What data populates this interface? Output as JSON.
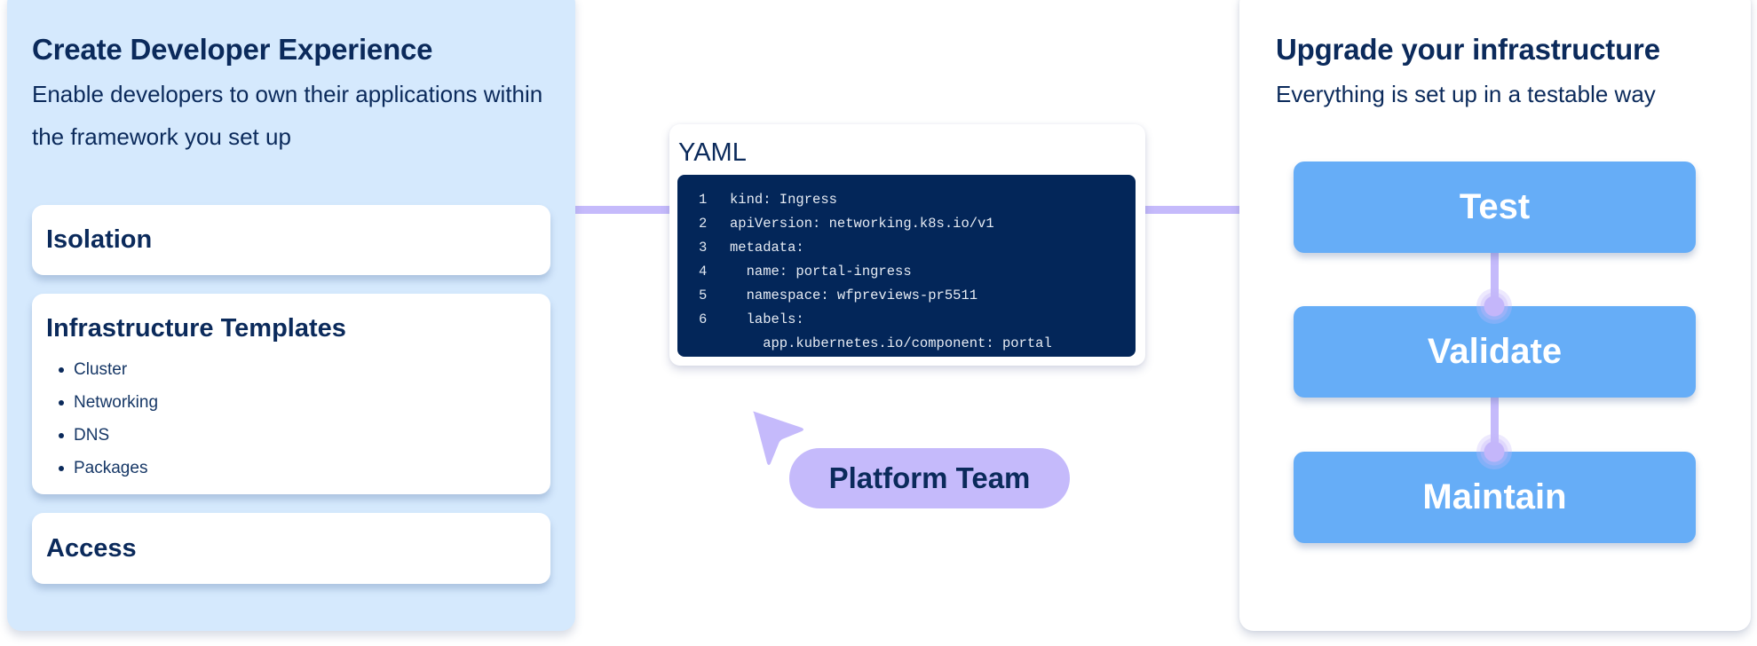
{
  "colors": {
    "left_panel_bg": "#d5e9fd",
    "text_navy": "#0b2a5b",
    "connector_lavender": "#c5bafb",
    "code_bg": "#032659",
    "step_blue": "#66adf7"
  },
  "left_panel": {
    "title": "Create Developer Experience",
    "subtitle": "Enable developers to own their applications within the framework you set up",
    "cards": [
      {
        "title": "Isolation"
      },
      {
        "title": "Infrastructure Templates",
        "items": [
          "Cluster",
          "Networking",
          "DNS",
          "Packages"
        ]
      },
      {
        "title": "Access"
      }
    ]
  },
  "yaml_card": {
    "label": "YAML",
    "lines": [
      {
        "num": "1",
        "code": "kind: Ingress"
      },
      {
        "num": "2",
        "code": "apiVersion: networking.k8s.io/v1"
      },
      {
        "num": "3",
        "code": "metadata:"
      },
      {
        "num": "4",
        "code": "  name: portal-ingress"
      },
      {
        "num": "5",
        "code": "  namespace: wfpreviews-pr5511"
      },
      {
        "num": "6",
        "code": "  labels:"
      },
      {
        "num": "",
        "code": "    app.kubernetes.io/component: portal"
      }
    ]
  },
  "cursor": {
    "icon": "cursor-arrow-icon"
  },
  "team_badge": {
    "label": "Platform Team"
  },
  "right_panel": {
    "title": "Upgrade your infrastructure",
    "subtitle": "Everything is set up in a testable way",
    "steps": [
      {
        "label": "Test"
      },
      {
        "label": "Validate"
      },
      {
        "label": "Maintain"
      }
    ]
  }
}
